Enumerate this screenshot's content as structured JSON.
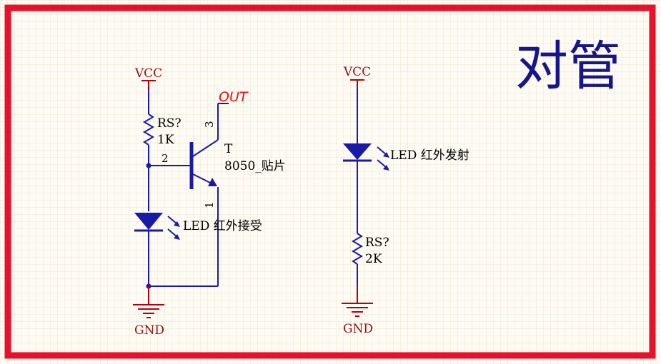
{
  "title": "对管",
  "colors": {
    "border": "#e8112a",
    "wire": "#1a1aa8",
    "power_pin": "#b00018",
    "power_label": "#8a1418",
    "out_label": "#e81010",
    "title": "#16168a",
    "grid": "#ebe4d2"
  },
  "receiver": {
    "vcc_label": "VCC",
    "resistor_designator": "RS?",
    "resistor_value": "1K",
    "transistor_designator": "T",
    "transistor_part": "8050_贴片",
    "pin_base": "2",
    "pin_collector": "3",
    "pin_emitter": "1",
    "out_label": "OUT",
    "led_label": "LED 红外接受",
    "gnd_label": "GND"
  },
  "emitter": {
    "vcc_label": "VCC",
    "led_label": "LED 红外发射",
    "resistor_designator": "RS?",
    "resistor_value": "2K",
    "gnd_label": "GND"
  }
}
